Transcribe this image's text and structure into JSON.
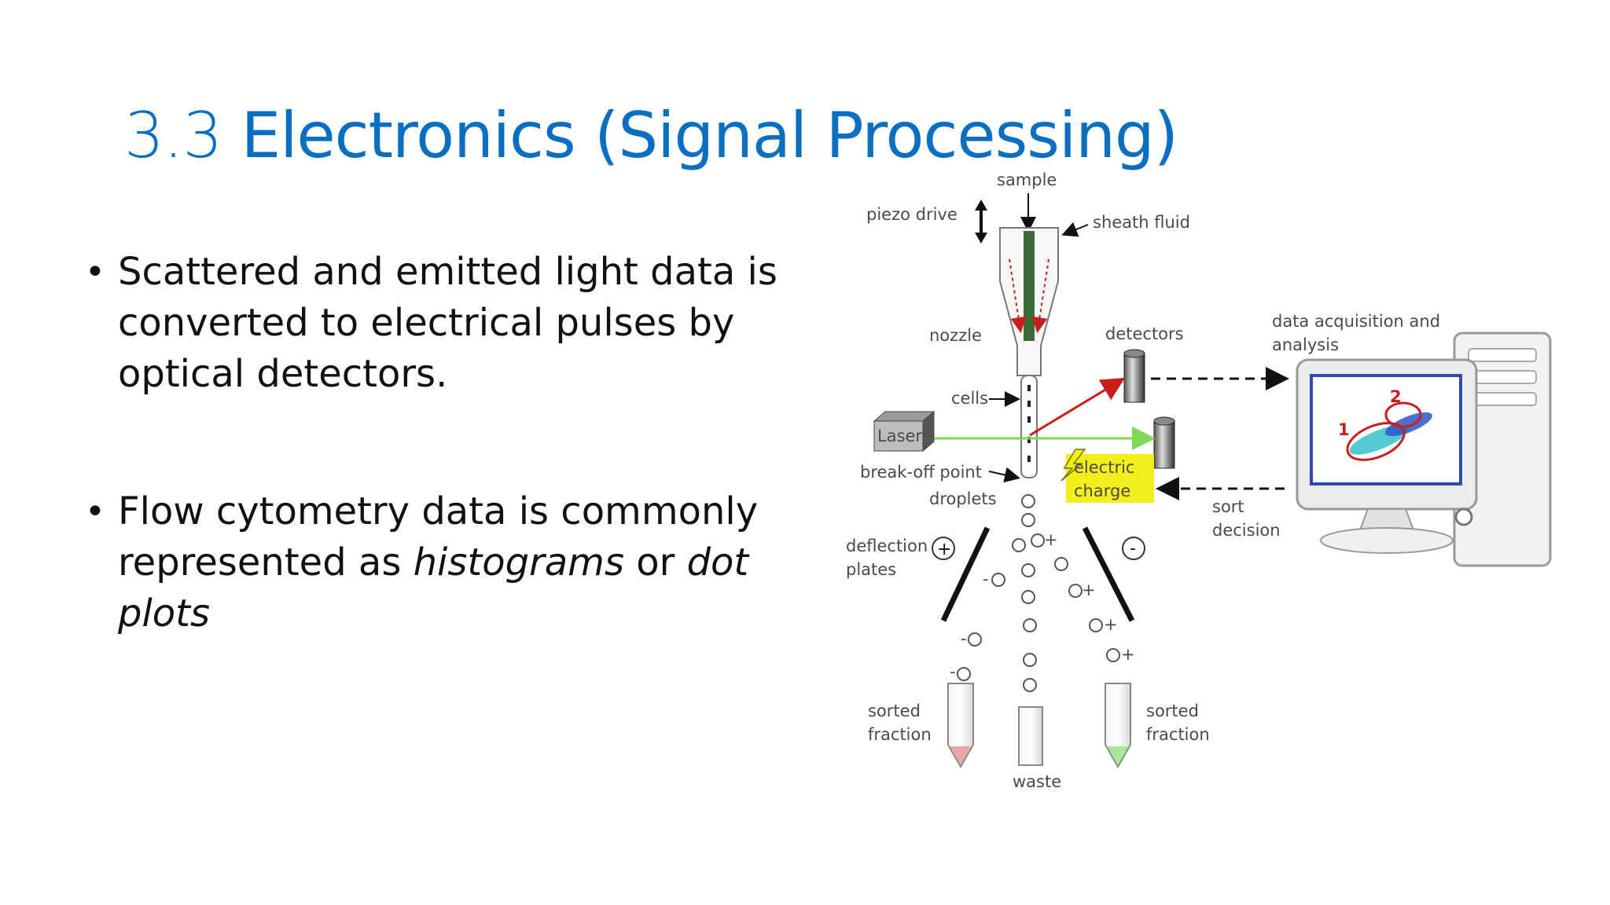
{
  "slide": {
    "title_number": "3.3",
    "title_text": "Electronics (Signal Processing)",
    "bullets": [
      {
        "text": "Scattered and emitted light data is converted to electrical pulses by optical detectors."
      },
      {
        "text_before": "Flow cytometry data is commonly represented as ",
        "em1": "histograms",
        "mid": " or ",
        "em2": "dot plots",
        "text_after": ""
      }
    ]
  },
  "diagram": {
    "labels": {
      "sample": "sample",
      "piezo_drive": "piezo drive",
      "sheath_fluid": "sheath fluid",
      "nozzle": "nozzle",
      "detectors": "detectors",
      "data_acq_line1": "data acquisition and",
      "data_acq_line2": "analysis",
      "cells": "cells",
      "laser": "Laser",
      "break_off": "break-off point",
      "electric": "electric",
      "charge": "charge",
      "droplets": "droplets",
      "sort": "sort",
      "decision": "decision",
      "deflection": "deflection",
      "plates": "plates",
      "plus": "+",
      "minus": "-",
      "plot_1": "1",
      "plot_2": "2",
      "sorted_left_1": "sorted",
      "sorted_left_2": "fraction",
      "sorted_right_1": "sorted",
      "sorted_right_2": "fraction",
      "waste": "waste"
    },
    "colors": {
      "laser_beam": "#7ed957",
      "scatter_ray": "#c81e1e",
      "charge_box": "#f4ef1a",
      "title_blue": "#0a6fc1",
      "monitor_screen": "#ffffff",
      "screen_border": "#2d4bb0",
      "left_tube_tip": "#e8a8a8",
      "right_tube_tip": "#a8e89a"
    }
  }
}
